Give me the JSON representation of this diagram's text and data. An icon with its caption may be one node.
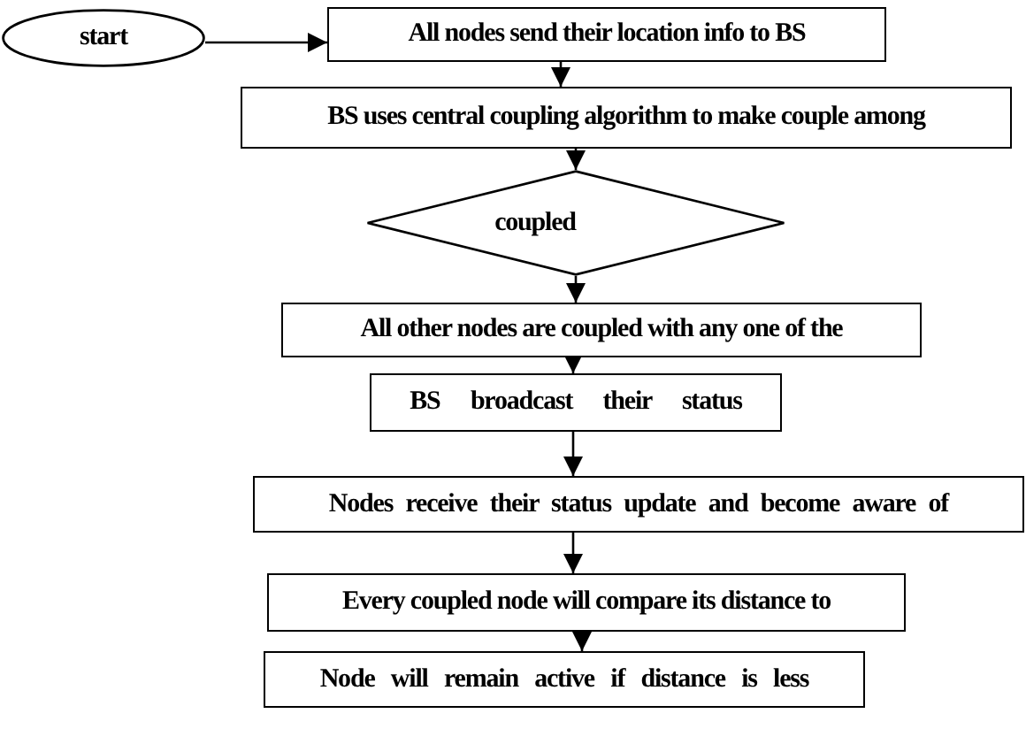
{
  "diagram": {
    "nodes": [
      {
        "text": [
          "start"
        ]
      },
      {
        "text": [
          "All nodes send their location info to BS"
        ]
      },
      {
        "text": [
          "BS uses central coupling algorithm to make couple among"
        ]
      },
      {
        "text": [
          "coupled"
        ]
      },
      {
        "text": [
          "All other nodes are coupled with any one of the"
        ]
      },
      {
        "text": [
          "BS broadcast their status"
        ]
      },
      {
        "text": [
          "Nodes receive their status update and become aware of"
        ]
      },
      {
        "text": [
          "Every coupled node will compare its distance to"
        ]
      },
      {
        "text": [
          "Node will remain active if distance is less"
        ]
      }
    ],
    "edges": [
      {
        "from": 0,
        "to": 1,
        "arrow": "to"
      },
      {
        "from": 1,
        "to": 2,
        "arrow": "to"
      },
      {
        "from": 2,
        "to": 3,
        "arrow": "to"
      },
      {
        "from": 3,
        "to": 4,
        "arrow": "to"
      },
      {
        "from": 4,
        "to": 5,
        "arrow": "to"
      },
      {
        "from": 5,
        "to": 6,
        "arrow": "to"
      },
      {
        "from": 6,
        "to": 7,
        "arrow": "to"
      },
      {
        "from": 7,
        "to": 8,
        "arrow": "to"
      }
    ]
  }
}
